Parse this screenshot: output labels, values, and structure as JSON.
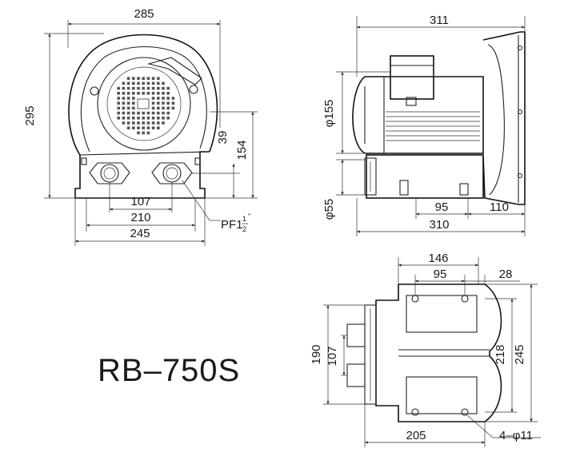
{
  "model_label": "RB–750S",
  "front_view": {
    "width_overall": "285",
    "height_overall": "295",
    "dim_39": "39",
    "dim_154": "154",
    "dim_107": "107",
    "dim_210": "210",
    "dim_245": "245",
    "port_label": "PF1",
    "port_fraction_num": "1",
    "port_fraction_den": "2",
    "port_inch_mark": "\""
  },
  "side_view": {
    "length_top": "311",
    "diameter_motor": "φ155",
    "diameter_port": "φ55",
    "dim_95": "95",
    "dim_110": "110",
    "length_bottom": "310"
  },
  "bottom_view": {
    "dim_146": "146",
    "dim_95": "95",
    "dim_28": "28",
    "height_190": "190",
    "height_107": "107",
    "height_218": "218",
    "height_245": "245",
    "dim_205": "205",
    "hole_spec": "4–φ11"
  },
  "colors": {
    "line": "#222222",
    "background": "#ffffff"
  }
}
